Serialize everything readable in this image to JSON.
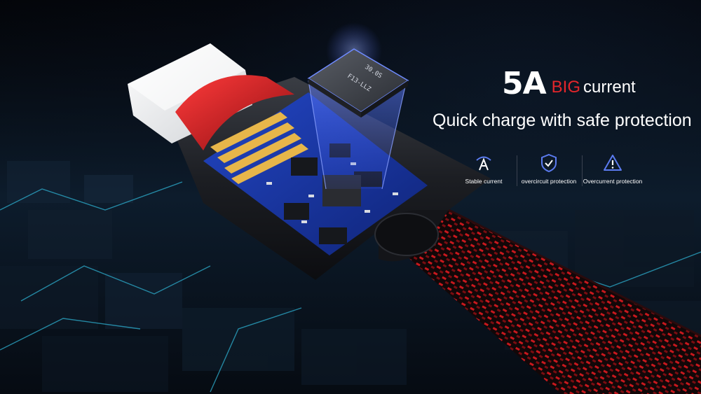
{
  "headline": {
    "big_text": "5A",
    "red_text": "BIG",
    "rest_text": "current"
  },
  "subheadline": "Quick charge with safe protection",
  "features": [
    {
      "icon": "stable-current-icon",
      "label": "Stable current"
    },
    {
      "icon": "shield-check-icon",
      "label": "overcircuit protection"
    },
    {
      "icon": "warning-triangle-icon",
      "label": "Overcurrent protection"
    }
  ],
  "chip_marking": {
    "line1": "F13-LLZ",
    "line2": "30.0S"
  },
  "colors": {
    "accent_red": "#e3262b",
    "icon_blue": "#4b6fe0",
    "pcb_blue": "#1a3aa8"
  }
}
